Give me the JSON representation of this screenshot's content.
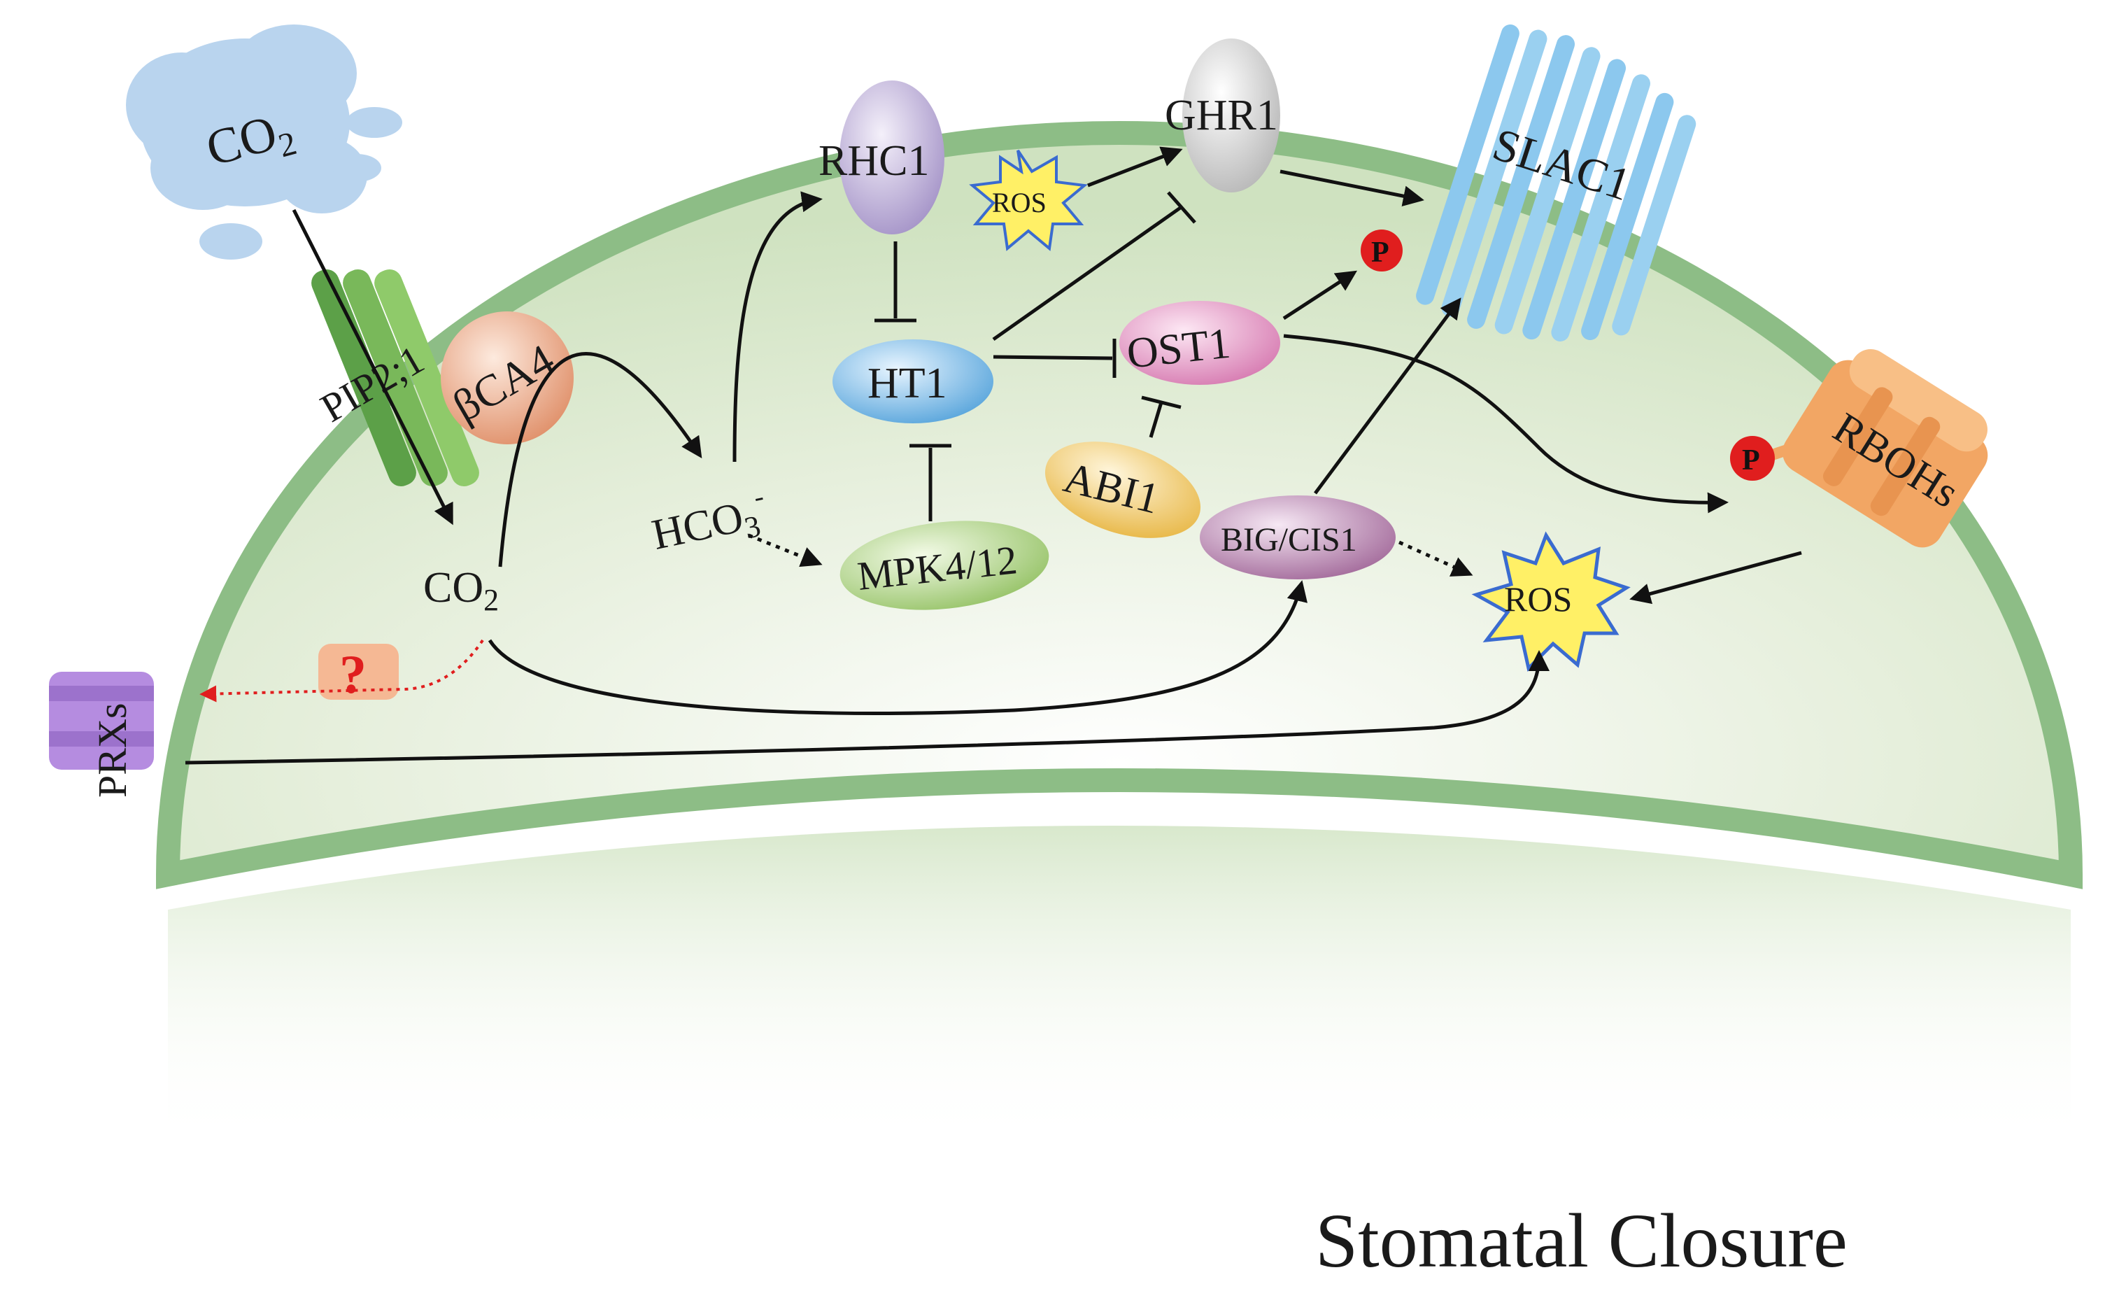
{
  "labels": {
    "co2_cloud": "CO",
    "co2_cloud_sub": "2",
    "pip": "PIP2;1",
    "bca4": "βCA4",
    "co2_inner": "CO",
    "co2_inner_sub": "2",
    "hco3": "HCO",
    "hco3_sub": "3",
    "hco3_sup": "-",
    "rhc1": "RHC1",
    "ros_small": "ROS",
    "ghr1": "GHR1",
    "slac1": "SLAC1",
    "phospho_slac1": "P",
    "ht1": "HT1",
    "ost1": "OST1",
    "abi1": "ABI1",
    "mpk": "MPK4/12",
    "big_cis1": "BIG/CIS1",
    "ros_large": "ROS",
    "rbohs": "RBOHs",
    "phospho_rbohs": "P",
    "prxs": "PRXs",
    "question": "?",
    "caption": "Stomatal Closure"
  },
  "colors": {
    "cell_fill": "#dbe9cf",
    "cell_rim": "#8dbd86",
    "cloud": "#b9d4ee",
    "pip_channel": "#79b85a",
    "bca4": "#f2b898",
    "rhc1": "#c3b3dc",
    "ghr1": "#dcdcdc",
    "ht1": "#8fc6ec",
    "ost1": "#eaa4cc",
    "abi1": "#f7d27a",
    "mpk": "#bedc98",
    "big_cis1": "#c59cc0",
    "ros_burst": "#fff066",
    "ros_outline": "#3a6bd0",
    "slac1": "#8cc8ee",
    "rbohs": "#f2a664",
    "prxs": "#b58ce0",
    "phospho": "#e01e1e",
    "question_box": "#f5b894",
    "question_mark": "#e01e1e"
  }
}
